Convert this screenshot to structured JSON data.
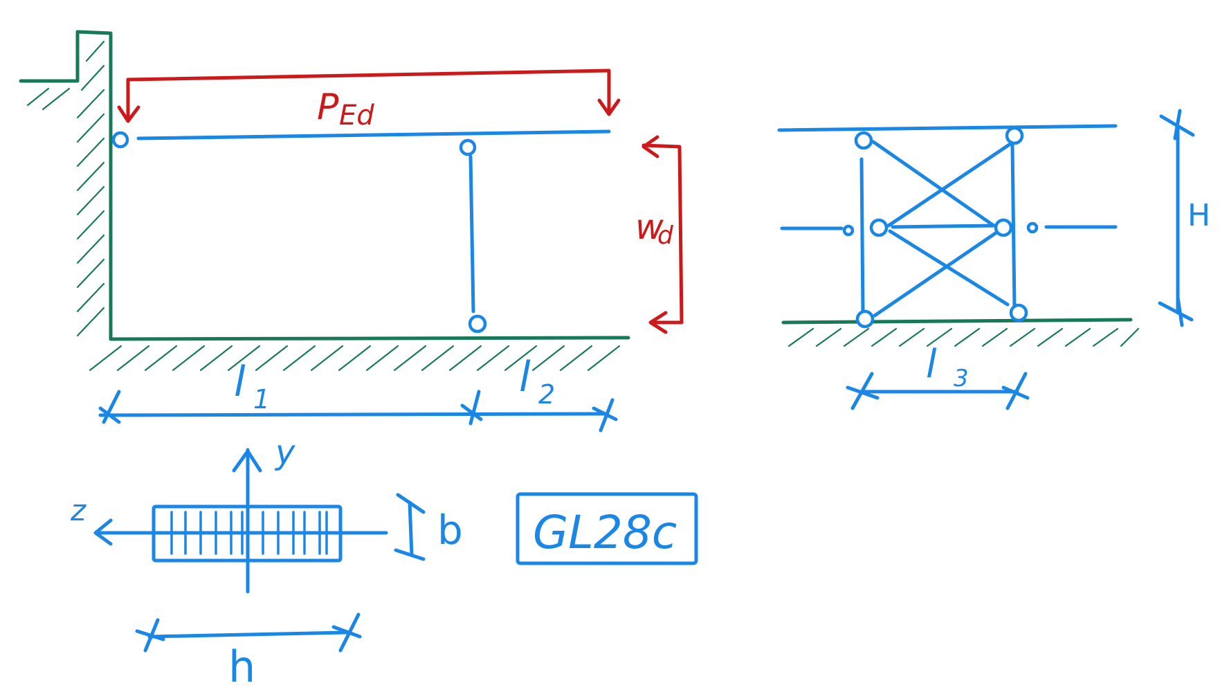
{
  "colors": {
    "structure": "#1a86e6",
    "support": "#17785a",
    "load": "#cc1a1a",
    "background": "#ffffff"
  },
  "labels": {
    "load_top": "P",
    "load_top_sub": "Ed",
    "load_wind": "w",
    "load_wind_sub": "d",
    "span_1": "l",
    "span_1_sub": "1",
    "span_2": "l",
    "span_2_sub": "2",
    "span_3": "l",
    "span_3_sub": "3",
    "height": "H",
    "axis_y": "y",
    "axis_z": "z",
    "section_width": "b",
    "section_height": "h",
    "material": "GL28c"
  }
}
